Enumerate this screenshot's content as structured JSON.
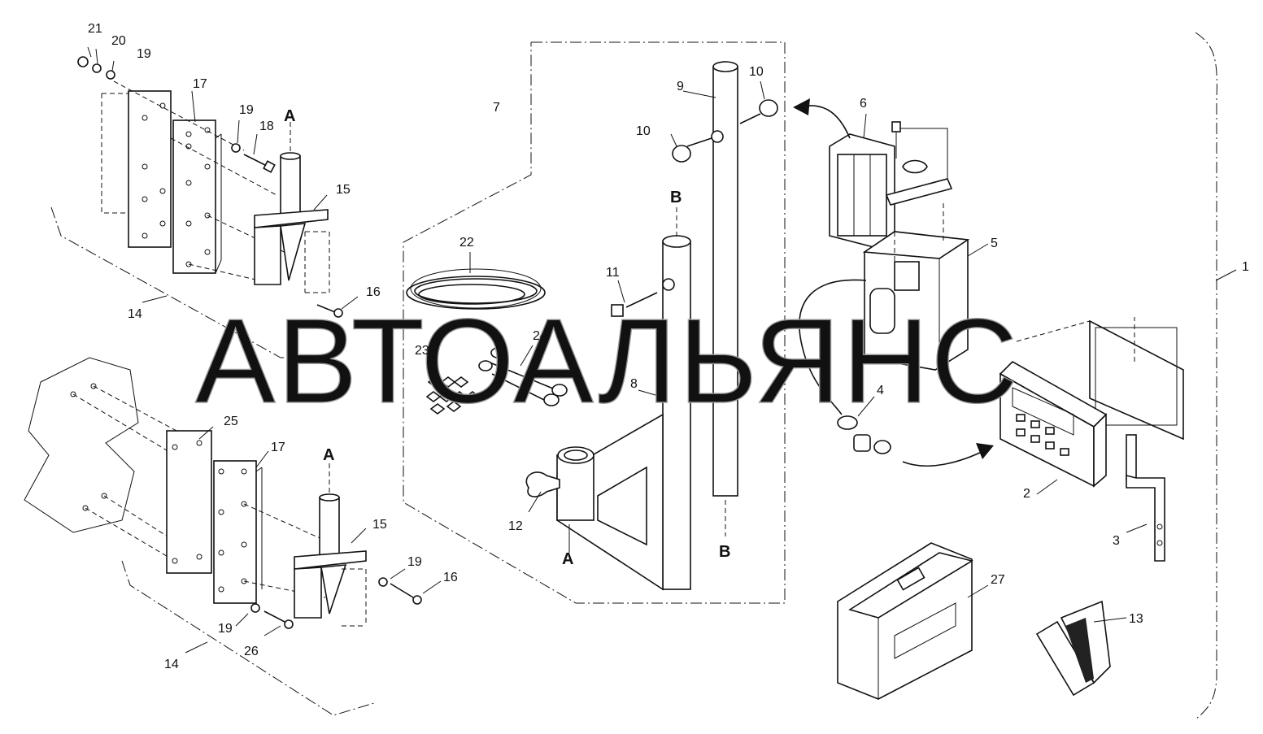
{
  "watermark": "АВТОАЛЬЯНС",
  "callouts": {
    "n1": "1",
    "n2": "2",
    "n3": "3",
    "n4": "4",
    "n5": "5",
    "n6": "6",
    "n7": "7",
    "n8": "8",
    "n9": "9",
    "n10a": "10",
    "n10b": "10",
    "n11": "11",
    "n12": "12",
    "n13": "13",
    "n14a": "14",
    "n14b": "14",
    "n15a": "15",
    "n15b": "15",
    "n16a": "16",
    "n16b": "16",
    "n17a": "17",
    "n17b": "17",
    "n18": "18",
    "n19a": "19",
    "n19b": "19",
    "n19c": "19",
    "n19d": "19",
    "n20": "20",
    "n21": "21",
    "n22": "22",
    "n23": "23",
    "n24": "24",
    "n25": "25",
    "n26": "26",
    "n27": "27"
  },
  "section_marks": {
    "a_top": "A",
    "a_bottom": "A",
    "a_clamp": "A",
    "b_top": "B",
    "b_bottom": "B"
  }
}
